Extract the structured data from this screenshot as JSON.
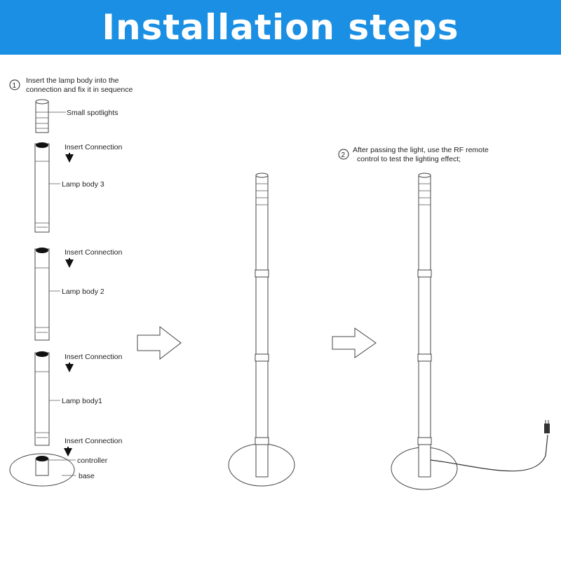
{
  "header": {
    "title": "Installation steps"
  },
  "step1": {
    "number": "①",
    "line1": "Insert the lamp body into the",
    "line2": "connection and fix it in sequence"
  },
  "step2": {
    "number": "②",
    "line1": "After passing the light, use the RF remote",
    "line2": "control to test the lighting effect;"
  },
  "labels": {
    "small_spotlights": "Small spotlights",
    "insert_connection": "Insert Connection",
    "lamp_body_3": "Lamp body 3",
    "lamp_body_2": "Lamp body 2",
    "lamp_body_1": "Lamp body1",
    "controller": "controller",
    "base": "base"
  }
}
